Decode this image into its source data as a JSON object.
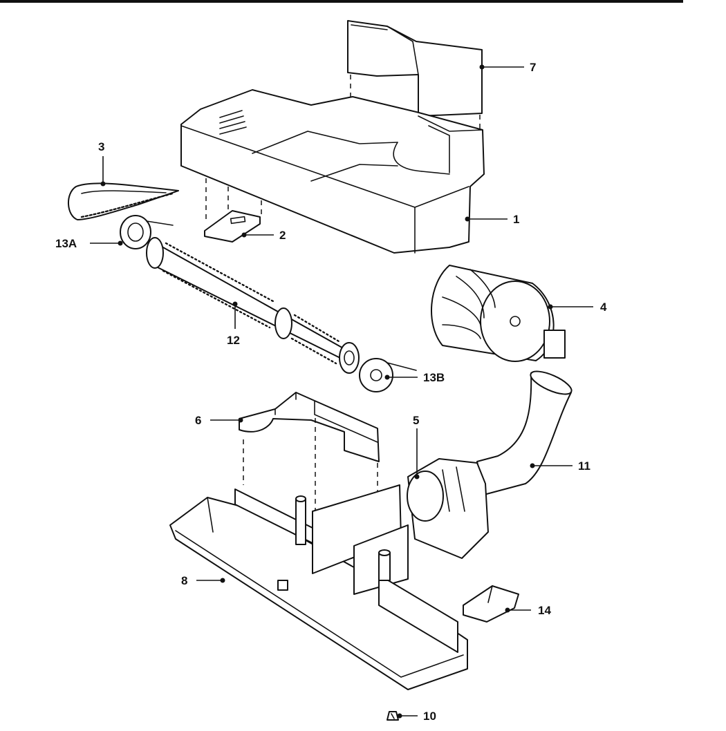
{
  "colors": {
    "ink": "#111111",
    "paper": "#ffffff"
  },
  "callouts": {
    "c1": "1",
    "c2": "2",
    "c3": "3",
    "c4": "4",
    "c5": "5",
    "c6": "6",
    "c7": "7",
    "c8": "8",
    "c10": "10",
    "c11": "11",
    "c12": "12",
    "c13a": "13A",
    "c13b": "13B",
    "c14": "14"
  }
}
